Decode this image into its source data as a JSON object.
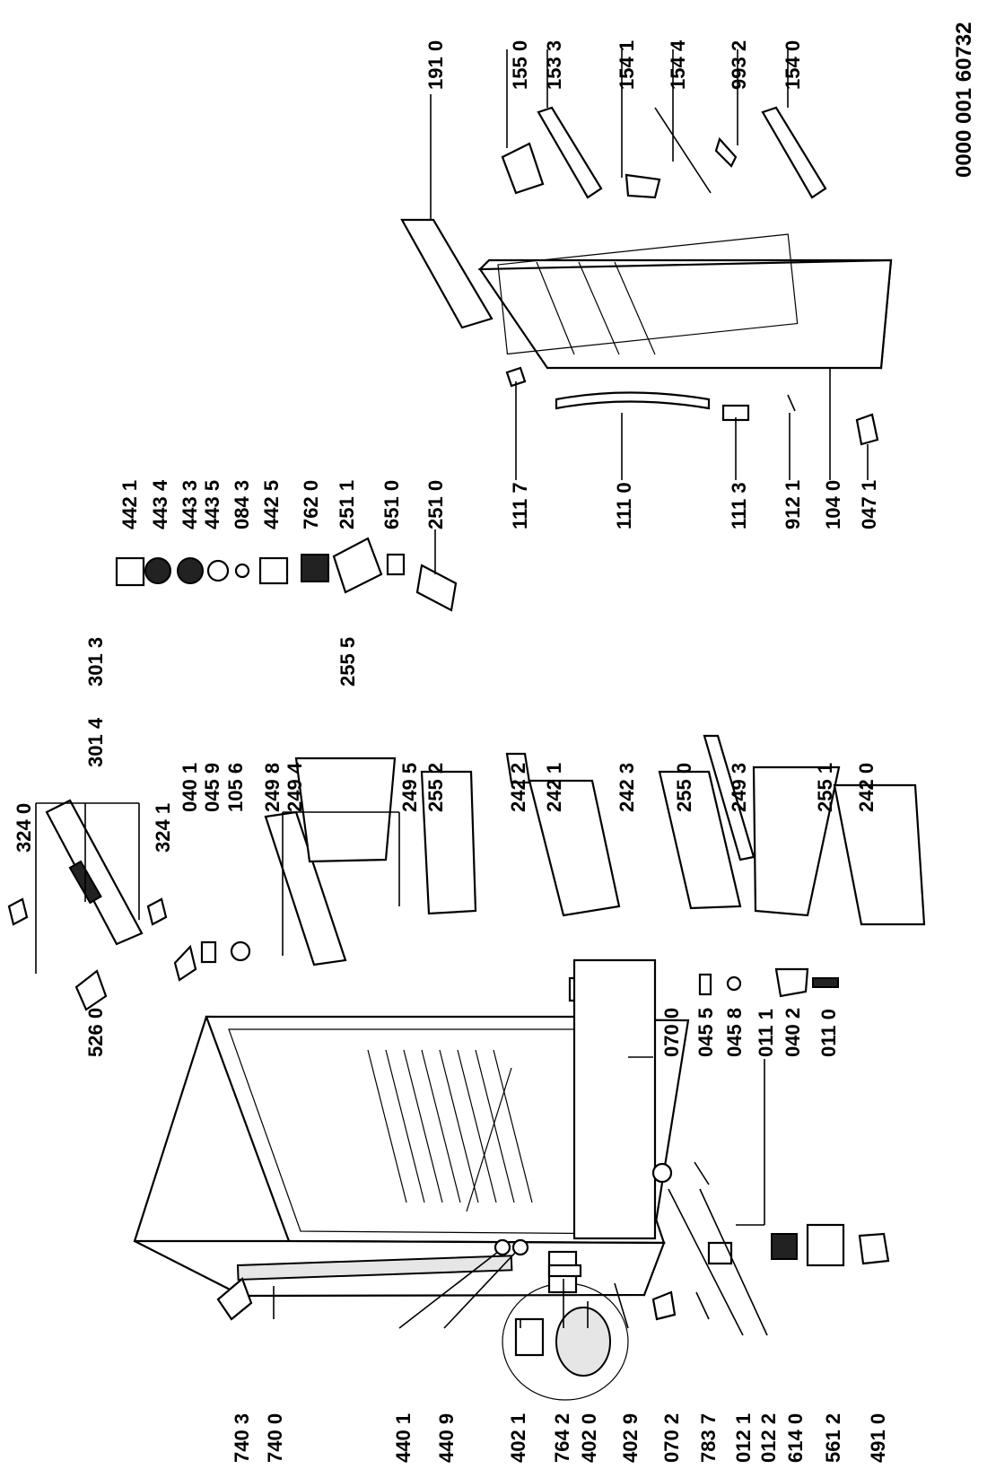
{
  "document_code": "0000 001 60732",
  "labels": {
    "p3240": "324 0",
    "p3014": "301 4",
    "p3013": "301 3",
    "p3241": "324 1",
    "p5260": "526 0",
    "p0401": "040 1",
    "p0459": "045 9",
    "p1056": "105 6",
    "p2498": "249 8",
    "p2494": "249 4",
    "p2555": "255 5",
    "p2495": "249 5",
    "p2552": "255 2",
    "p2422": "242 2",
    "p2421": "242 1",
    "p2423": "242 3",
    "p2550": "255 0",
    "p2493": "249 3",
    "p2551": "255 1",
    "p2420": "242 0",
    "p0700": "070 0",
    "p0455": "045 5",
    "p0458": "045 8",
    "p0111": "011 1",
    "p0402": "040 2",
    "p0110": "011 0",
    "p4421": "442 1",
    "p4434": "443 4",
    "p4433": "443 3",
    "p4435": "443 5",
    "p0843": "084 3",
    "p4425": "442 5",
    "p7620": "762 0",
    "p2511": "251 1",
    "p6510": "651 0",
    "p2510": "251 0",
    "p1117": "111 7",
    "p1110": "111 0",
    "p1113": "111 3",
    "p9121": "912 1",
    "p1040": "104 0",
    "p0471": "047 1",
    "p1910": "191 0",
    "p1550": "155 0",
    "p1533": "153 3",
    "p1541": "154 1",
    "p1544": "154 4",
    "p9932": "993 2",
    "p1540": "154 0",
    "p7403": "740 3",
    "p7400": "740 0",
    "p4401": "440 1",
    "p4409": "440 9",
    "p4021": "402 1",
    "p7642": "764 2",
    "p4020": "402 0",
    "p4029": "402 9",
    "p0702": "070 2",
    "p7837": "783 7",
    "p0121": "012 1",
    "p0122": "012 2",
    "p6140": "614 0",
    "p5612": "561 2",
    "p4910": "491 0"
  }
}
